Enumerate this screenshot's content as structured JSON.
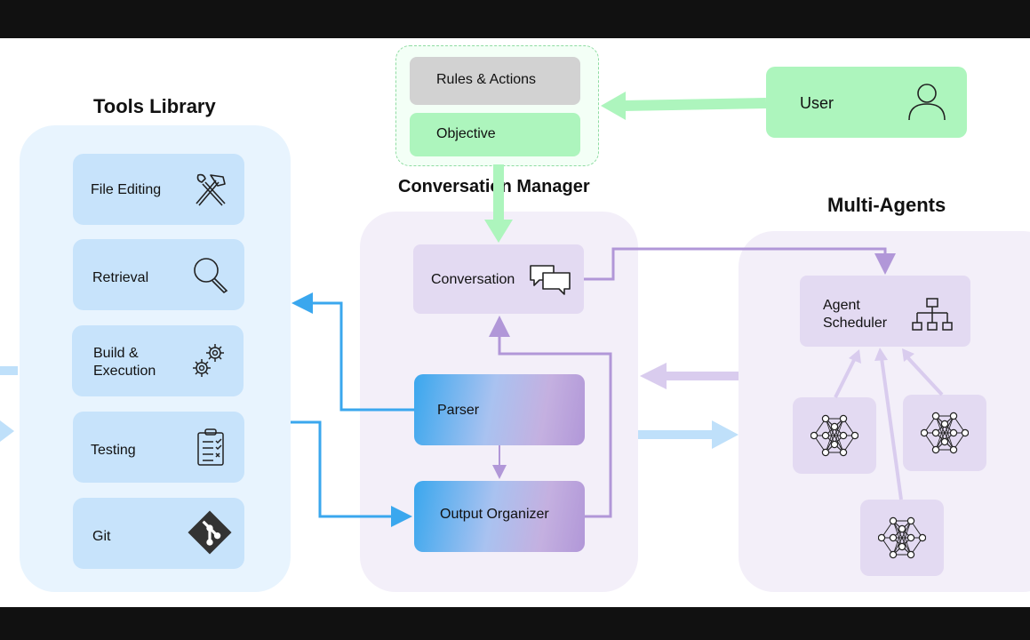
{
  "tools_library": {
    "title": "Tools Library",
    "items": [
      {
        "label": "File Editing",
        "icon": "hammer-wrench-icon"
      },
      {
        "label": "Retrieval",
        "icon": "magnifier-icon"
      },
      {
        "label": "Build &\nExecution",
        "icon": "gears-icon"
      },
      {
        "label": "Testing",
        "icon": "checklist-icon"
      },
      {
        "label": "Git",
        "icon": "git-icon"
      }
    ]
  },
  "conversation_manager": {
    "title": "Conversation Manager",
    "rules_label": "Rules & Actions",
    "objective_label": "Objective",
    "conversation_label": "Conversation",
    "parser_label": "Parser",
    "output_label": "Output Organizer"
  },
  "user": {
    "label": "User",
    "icon": "user-icon"
  },
  "multi_agents": {
    "title": "Multi-Agents",
    "scheduler_label": "Agent\nScheduler",
    "scheduler_icon": "hierarchy-icon",
    "agent_icon": "neural-network-icon"
  },
  "colors": {
    "blue_arrow": "#3aa7ee",
    "purple_arrow": "#b197d8",
    "green": "#adf5bd",
    "light_blue_panel": "#e8f4fe",
    "lavender_panel": "#f3eff9"
  }
}
